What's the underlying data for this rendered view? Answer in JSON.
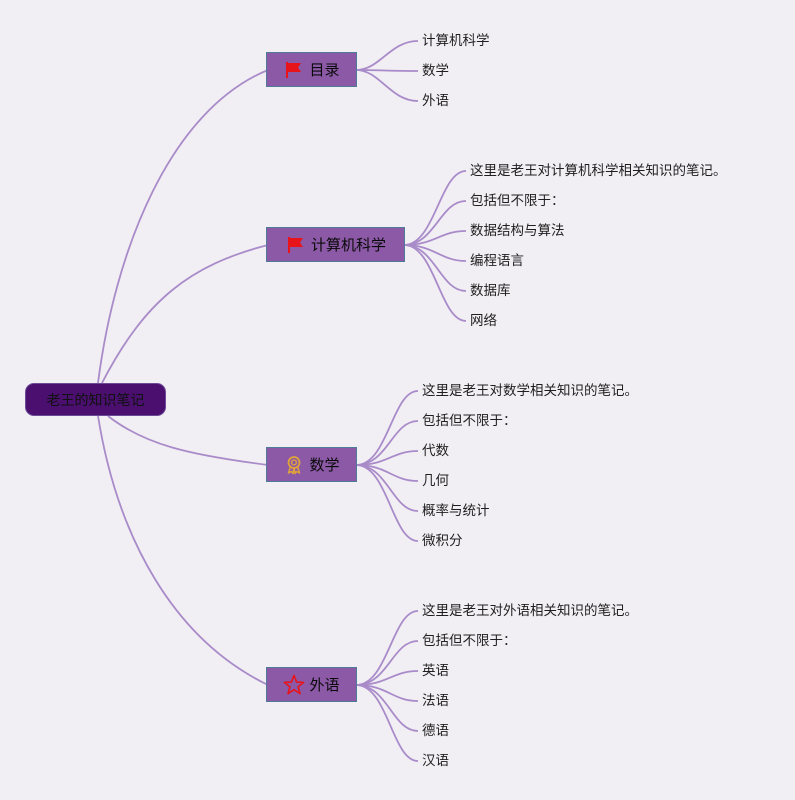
{
  "root": {
    "label": "老王的知识笔记"
  },
  "branches": [
    {
      "label": "目录",
      "icon": "red-flag-icon",
      "children": [
        "计算机科学",
        "数学",
        "外语"
      ]
    },
    {
      "label": "计算机科学",
      "icon": "red-flag-icon",
      "children": [
        "这里是老王对计算机科学相关知识的笔记。",
        "包括但不限于：",
        "数据结构与算法",
        "编程语言",
        "数据库",
        "网络"
      ]
    },
    {
      "label": "数学",
      "icon": "award-medal-icon",
      "children": [
        "这里是老王对数学相关知识的笔记。",
        "包括但不限于：",
        "代数",
        "几何",
        "概率与统计",
        "微积分"
      ]
    },
    {
      "label": "外语",
      "icon": "star-outline-icon",
      "children": [
        "这里是老王对外语相关知识的笔记。",
        "包括但不限于：",
        "英语",
        "法语",
        "德语",
        "汉语"
      ]
    }
  ],
  "colors": {
    "background": "#f1eff4",
    "root_fill": "#4a0f6f",
    "branch_fill": "#8b59a6",
    "branch_border": "#4f7a99",
    "connector": "#a98bc9",
    "flag": "#e8141c",
    "medal": "#e0a33a",
    "star": "#e8141c"
  }
}
